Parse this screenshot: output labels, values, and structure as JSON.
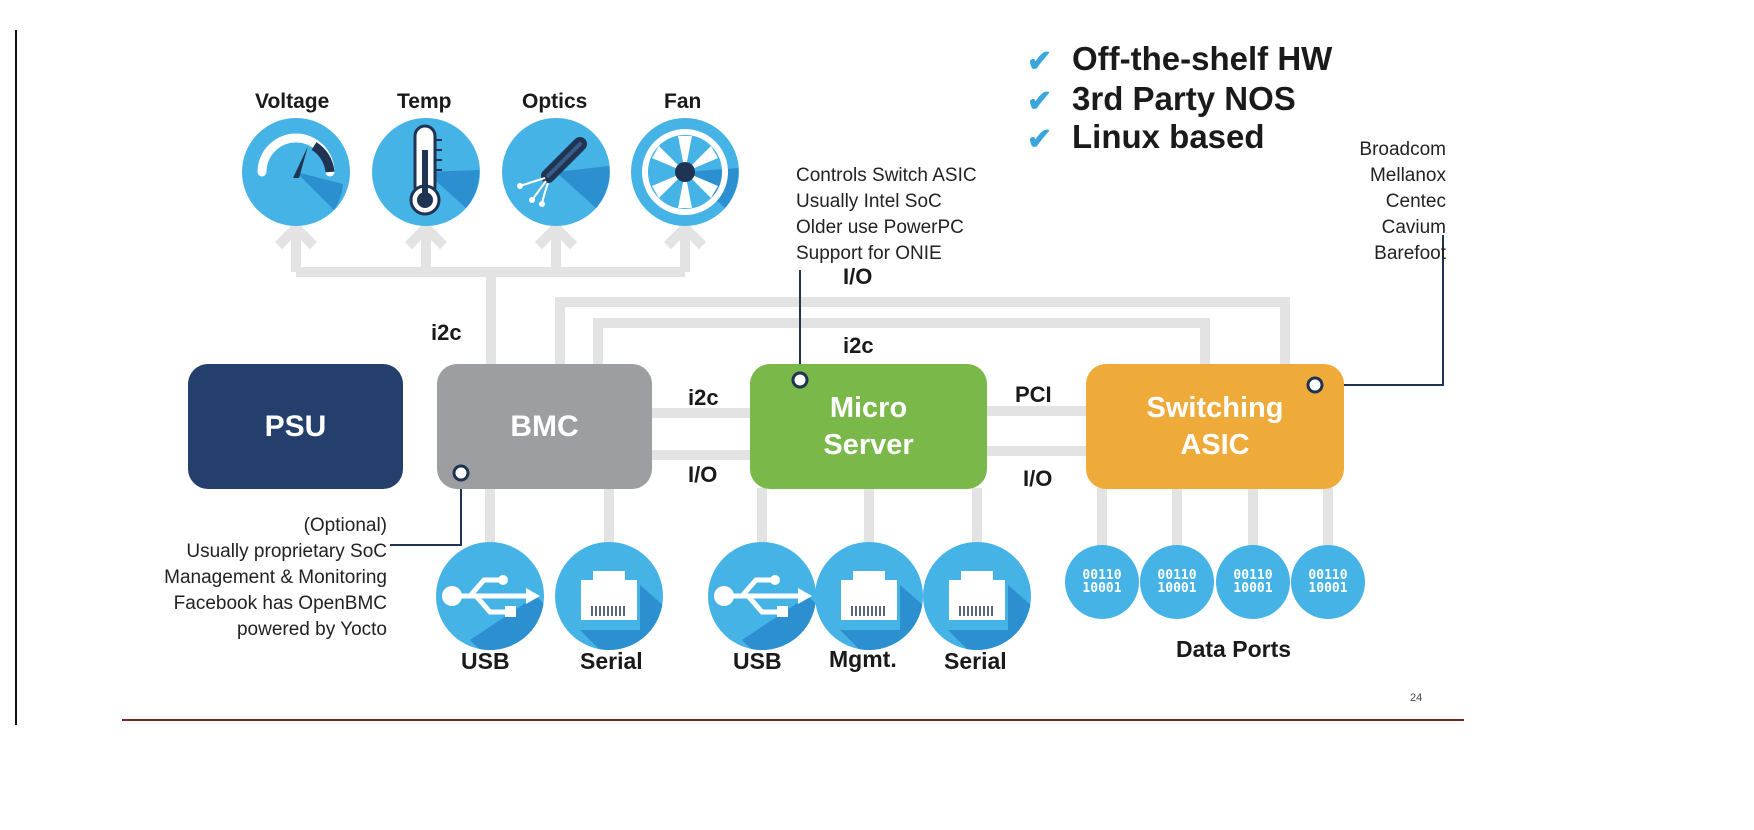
{
  "checklist": [
    "Off-the-shelf HW",
    "3rd Party NOS",
    "Linux based"
  ],
  "sensors": [
    {
      "label": "Voltage",
      "icon": "gauge-icon"
    },
    {
      "label": "Temp",
      "icon": "thermometer-icon"
    },
    {
      "label": "Optics",
      "icon": "fiber-optic-icon"
    },
    {
      "label": "Fan",
      "icon": "fan-icon"
    }
  ],
  "blocks": {
    "psu": "PSU",
    "bmc": "BMC",
    "micro_line1": "Micro",
    "micro_line2": "Server",
    "asic_line1": "Switching",
    "asic_line2": "ASIC"
  },
  "link_labels": {
    "i2c_sensors": "i2c",
    "io_top": "I/O",
    "i2c_top": "i2c",
    "bmc_micro_i2c": "i2c",
    "bmc_micro_io": "I/O",
    "micro_asic_pci": "PCI",
    "micro_asic_io": "I/O"
  },
  "notes": {
    "micro": [
      "Controls Switch ASIC",
      "Usually Intel SoC",
      "Older use PowerPC",
      "Support for ONIE"
    ],
    "asic": [
      "Broadcom",
      "Mellanox",
      "Centec",
      "Cavium",
      "Barefoot"
    ],
    "bmc": [
      "(Optional)",
      "Usually proprietary SoC",
      "Management & Monitoring",
      "Facebook has OpenBMC",
      "powered by Yocto"
    ]
  },
  "ports": {
    "bmc_usb": "USB",
    "bmc_serial": "Serial",
    "micro_usb": "USB",
    "micro_mgmt": "Mgmt.",
    "micro_serial": "Serial",
    "data_ports": "Data Ports",
    "binary_line1": "00110",
    "binary_line2": "10001"
  },
  "page_number": "24",
  "colors": {
    "psu": "#243f6b",
    "bmc": "#9d9ea2",
    "micro_server": "#7ab84a",
    "asic": "#efab3a",
    "icon_circle": "#45b3e6",
    "icon_shadow": "#2c8fd0",
    "check": "#3aa6dc",
    "connector": "#e3e3e3",
    "rule": "#7a2424",
    "callout": "#1f3352"
  }
}
